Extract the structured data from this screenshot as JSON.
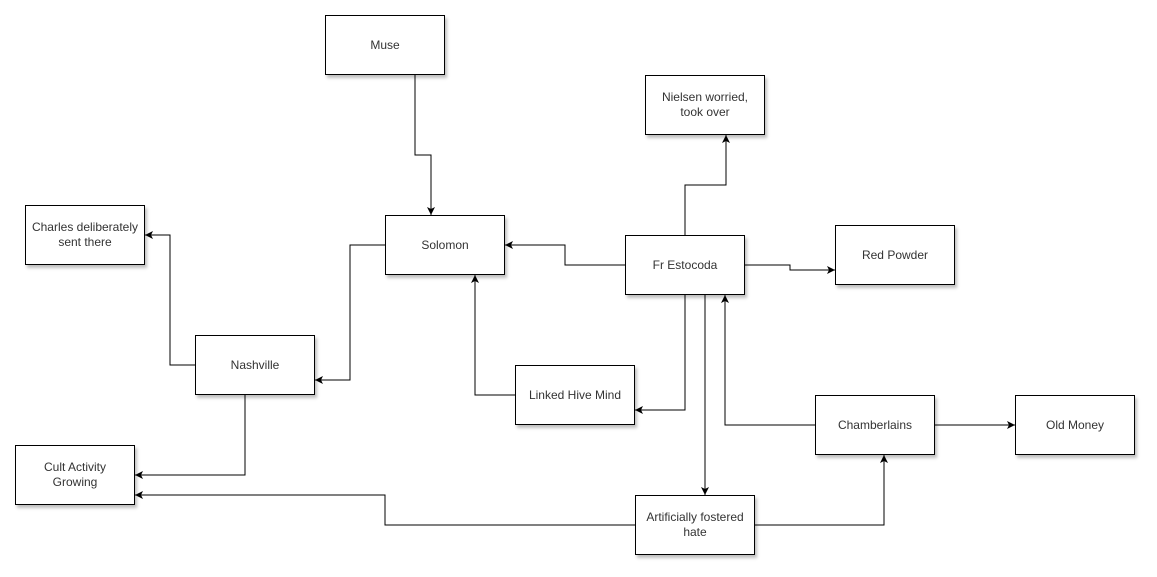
{
  "diagram": {
    "nodes": {
      "muse": "Muse",
      "nielsen": "Nielsen worried, took over",
      "charles": "Charles deliberately sent there",
      "solomon": "Solomon",
      "estocoda": "Fr Estocoda",
      "red_powder": "Red Powder",
      "nashville": "Nashville",
      "hive": "Linked Hive Mind",
      "chamberlains": "Chamberlains",
      "old_money": "Old Money",
      "cult": "Cult Activity Growing",
      "hate": "Artificially fostered hate"
    },
    "edges": [
      {
        "from": "Muse",
        "to": "Solomon"
      },
      {
        "from": "Fr Estocoda",
        "to": "Solomon"
      },
      {
        "from": "Fr Estocoda",
        "to": "Nielsen worried, took over"
      },
      {
        "from": "Fr Estocoda",
        "to": "Red Powder"
      },
      {
        "from": "Fr Estocoda",
        "to": "Linked Hive Mind"
      },
      {
        "from": "Fr Estocoda",
        "to": "Artificially fostered hate"
      },
      {
        "from": "Chamberlains",
        "to": "Fr Estocoda"
      },
      {
        "from": "Chamberlains",
        "to": "Old Money"
      },
      {
        "from": "Artificially fostered hate",
        "to": "Chamberlains"
      },
      {
        "from": "Artificially fostered hate",
        "to": "Cult Activity Growing"
      },
      {
        "from": "Linked Hive Mind",
        "to": "Solomon"
      },
      {
        "from": "Solomon",
        "to": "Nashville"
      },
      {
        "from": "Nashville",
        "to": "Charles deliberately sent there"
      },
      {
        "from": "Nashville",
        "to": "Cult Activity Growing"
      }
    ]
  }
}
